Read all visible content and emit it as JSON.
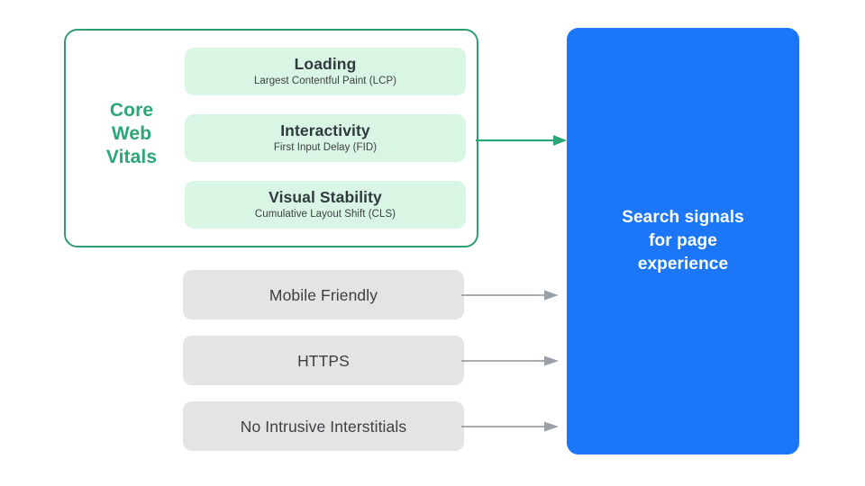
{
  "diagram": {
    "title": "Search signals for page experience",
    "colors": {
      "green_accent": "#2BA676",
      "green_border": "#2E9E72",
      "green_pill_fill": "#D9F6E5",
      "gray_box_fill": "#E4E4E5",
      "gray_arrow": "#9AA0A6",
      "blue_panel": "#1B76F8",
      "text_dark": "#3C4043",
      "text_white": "#FFFFFF",
      "background": "#FFFFFF"
    }
  },
  "core_web_vitals": {
    "group_label": "Core\nWeb\nVitals",
    "metrics": [
      {
        "title": "Loading",
        "subtitle": "Largest Contentful Paint (LCP)"
      },
      {
        "title": "Interactivity",
        "subtitle": "First Input Delay (FID)"
      },
      {
        "title": "Visual Stability",
        "subtitle": "Cumulative Layout Shift (CLS)"
      }
    ]
  },
  "other_signals": [
    {
      "label": "Mobile Friendly"
    },
    {
      "label": "HTTPS"
    },
    {
      "label": "No Intrusive Interstitials"
    }
  ],
  "outcome": {
    "label": "Search signals\nfor page\nexperience"
  },
  "arrows": [
    {
      "name": "core-web-vitals-to-outcome",
      "color": "#2BA676"
    },
    {
      "name": "mobile-friendly-to-outcome",
      "color": "#9AA0A6"
    },
    {
      "name": "https-to-outcome",
      "color": "#9AA0A6"
    },
    {
      "name": "no-intrusive-interstitials-to-outcome",
      "color": "#9AA0A6"
    }
  ]
}
